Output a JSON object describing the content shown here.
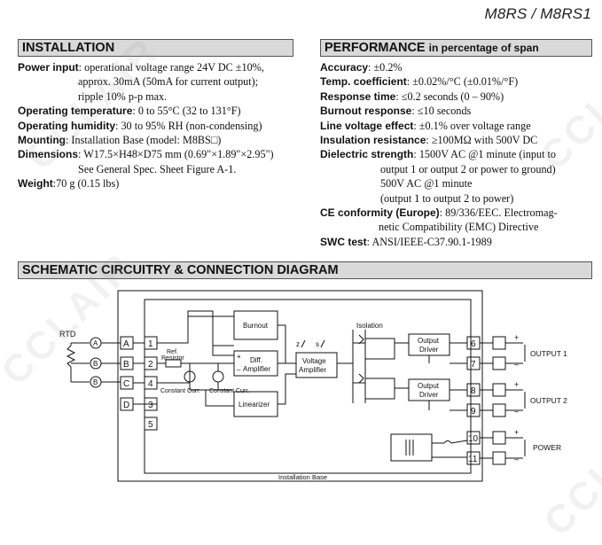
{
  "header": {
    "model": "M8RS / M8RS1"
  },
  "installation": {
    "title": "INSTALLATION",
    "rows": [
      {
        "label": "Power input",
        "sep": ": ",
        "lines": [
          "operational voltage range 24V DC ±10%,",
          "approx. 30mA (50mA for current output);",
          "ripple 10% p-p max."
        ]
      },
      {
        "label": "Operating temperature",
        "sep": ": ",
        "lines": [
          "0 to 55°C (32 to 131°F)"
        ]
      },
      {
        "label": "Operating humidity",
        "sep": ": ",
        "lines": [
          "30 to 95% RH (non-condensing)"
        ]
      },
      {
        "label": "Mounting",
        "sep": ":  ",
        "lines": [
          "Installation Base (model: M8BS□)"
        ]
      },
      {
        "label": "Dimensions",
        "sep": ": ",
        "lines": [
          "W17.5×H48×D75 mm (0.69\"×1.89\"×2.95\")",
          "See General Spec. Sheet Figure A-1."
        ]
      },
      {
        "label": "Weight",
        "sep": ":",
        "lines": [
          "70 g (0.15 lbs)"
        ]
      }
    ]
  },
  "performance": {
    "title": "PERFORMANCE",
    "subtitle": "in percentage of span",
    "rows": [
      {
        "label": "Accuracy",
        "sep": ":  ",
        "lines": [
          "±0.2%"
        ]
      },
      {
        "label": "Temp. coefficient",
        "sep": ": ",
        "lines": [
          "±0.02%/°C (±0.01%/°F)"
        ]
      },
      {
        "label": "Response time",
        "sep": ": ",
        "lines": [
          "≤0.2 seconds (0 – 90%)"
        ]
      },
      {
        "label": "Burnout response",
        "sep": ": ",
        "lines": [
          "≤10 seconds"
        ]
      },
      {
        "label": "Line voltage effect",
        "sep": ": ",
        "lines": [
          "±0.1% over voltage range"
        ]
      },
      {
        "label": "Insulation resistance",
        "sep": ": ",
        "lines": [
          "≥100MΩ with 500V DC"
        ]
      },
      {
        "label": "Dielectric strength",
        "sep": ": ",
        "lines": [
          "1500V AC @1 minute (input to",
          "output 1 or output 2 or power to ground)",
          "500V AC @1 minute",
          "(output 1 to output 2 to power)"
        ]
      },
      {
        "label": "CE conformity (Europe)",
        "sep": ": ",
        "lines": [
          "89/336/EEC.  Electromag-",
          "netic Compatibility (EMC) Directive"
        ]
      },
      {
        "label": "SWC test",
        "sep": ":  ",
        "lines": [
          "ANSI/IEEE-C37.90.1-1989"
        ]
      }
    ]
  },
  "schematic": {
    "title": "SCHEMATIC CIRCUITRY & CONNECTION DIAGRAM",
    "labels": {
      "rtd": "RTD",
      "ref1": "Ref.",
      "ref2": "Resistor",
      "const1": "Constant Curr.",
      "const2": "Constant Curr.",
      "burnout": "Burnout",
      "diff1": "Diff.",
      "diff2": "Amplifier",
      "linearizer": "Linearizer",
      "volt1": "Voltage",
      "volt2": "Amplifier",
      "z": "z",
      "s": "s",
      "isolation": "Isolation",
      "drv1a": "Output",
      "drv1b": "Driver",
      "drv2a": "Output",
      "drv2b": "Driver",
      "out1": "OUTPUT 1",
      "out2": "OUTPUT 2",
      "power": "POWER",
      "base": "Installation Base",
      "plus": "+",
      "minus": "–"
    },
    "input_terms": [
      "A",
      "B",
      "C",
      "D"
    ],
    "rtd_marks": [
      "A",
      "B",
      "B"
    ],
    "inner_terms": [
      "1",
      "2",
      "4",
      "3",
      "5"
    ],
    "out_terms": [
      "6",
      "7",
      "8",
      "9",
      "10",
      "11"
    ]
  },
  "watermark": "CCLAIR"
}
